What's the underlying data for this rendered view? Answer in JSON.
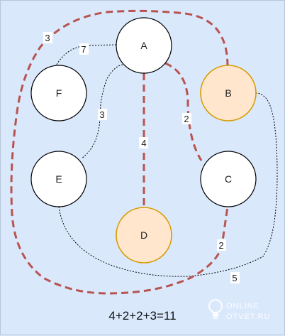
{
  "colors": {
    "background": "#dae8fc",
    "node_fill_default": "#ffffff",
    "node_fill_highlight": "#ffe6cc",
    "node_stroke_default": "#000000",
    "node_stroke_highlight": "#d79b00",
    "route_stroke": "#b85450",
    "thin_stroke": "#000000"
  },
  "nodes": {
    "a": "A",
    "b": "B",
    "c": "C",
    "d": "D",
    "e": "E",
    "f": "F"
  },
  "edges": {
    "a_f": "7",
    "a_e": "3",
    "a_d": "4",
    "a_c": "2",
    "route_ab_top": "3",
    "c_route": "2",
    "b_e": "5"
  },
  "formula": "4+2+2+3=11",
  "watermark": {
    "line1": "ONLINE",
    "line2": "OTVET.RU",
    "icon": "lightbulb-icon"
  }
}
